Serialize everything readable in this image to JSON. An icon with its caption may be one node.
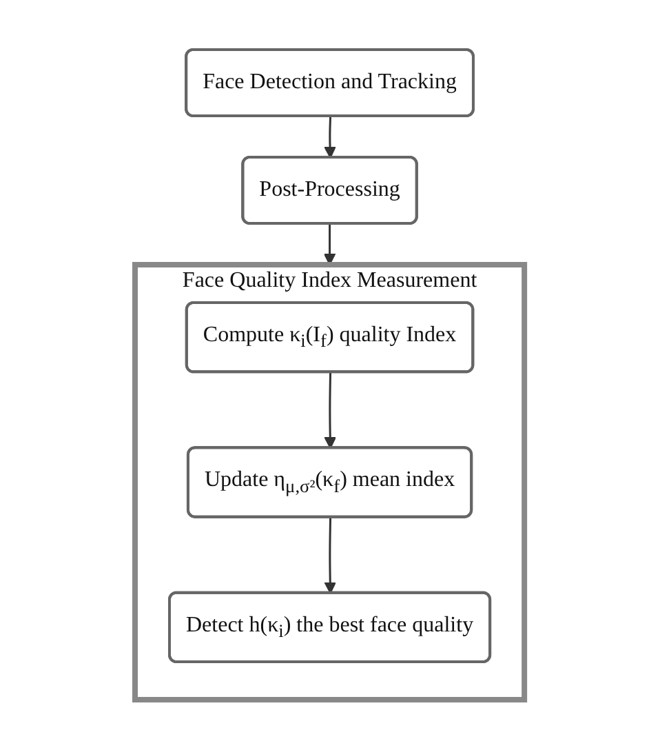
{
  "diagram": {
    "nodes": [
      {
        "text": [
          "Face Detection and Tracking"
        ]
      },
      {
        "text": [
          "Post-Processing"
        ]
      },
      {
        "text": [
          "Face Quality Index Measurement"
        ]
      },
      {
        "text": [
          "Compute κ$_{i}$(I$_{f}$) quality Index"
        ],
        "in": 2
      },
      {
        "text": [
          "Update η$_{μ,σ²}$(κ$_{f}$) mean index"
        ],
        "in": 2
      },
      {
        "text": [
          "Detect h(κ$_{i}$) the best face quality"
        ],
        "in": 2
      }
    ],
    "edges": [
      {
        "from": 0,
        "to": 1,
        "arrow": "to"
      },
      {
        "from": 1,
        "to": 2,
        "arrow": "to"
      },
      {
        "from": 3,
        "to": 4,
        "arrow": "to"
      },
      {
        "from": 4,
        "to": 5,
        "arrow": "to"
      }
    ]
  }
}
